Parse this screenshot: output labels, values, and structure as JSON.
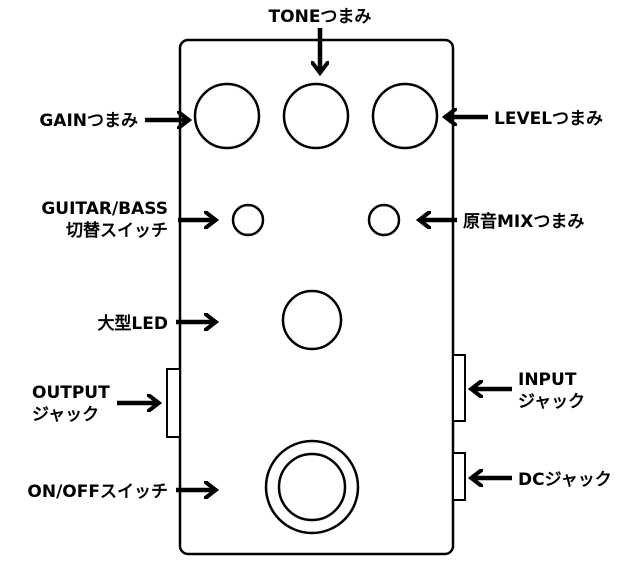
{
  "diagram": {
    "labels": {
      "tone": "TONEつまみ",
      "gain": "GAINつまみ",
      "level": "LEVELつまみ",
      "guitar_bass_line1": "GUITAR/BASS",
      "guitar_bass_line2": "切替スイッチ",
      "mix": "原音MIXつまみ",
      "led": "大型LED",
      "output_line1": "OUTPUT",
      "output_line2": "ジャック",
      "input_line1": "INPUT",
      "input_line2": "ジャック",
      "onoff": "ON/OFFスイッチ",
      "dc": "DCジャック"
    },
    "colors": {
      "stroke": "#000000",
      "background": "#ffffff"
    }
  }
}
